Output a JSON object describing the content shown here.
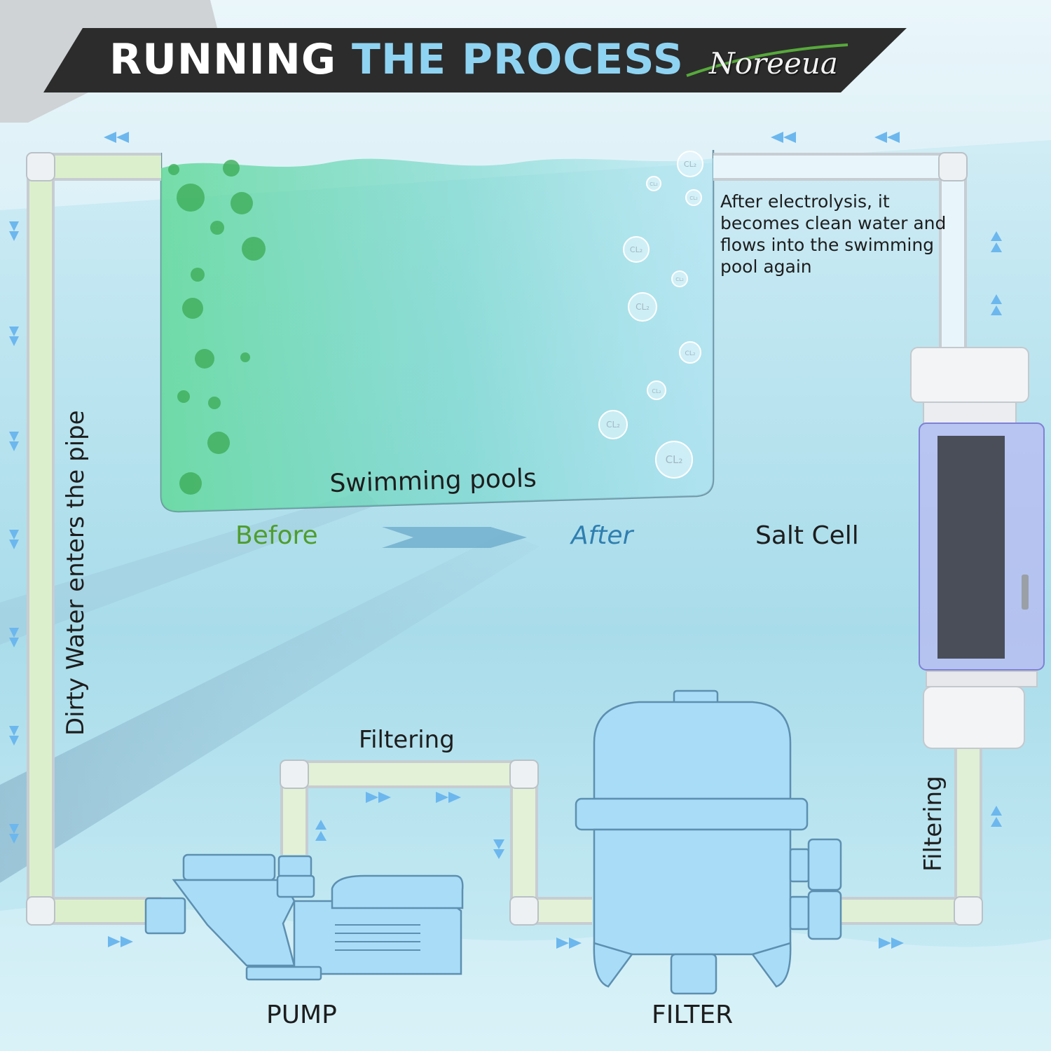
{
  "header": {
    "title_part1": "RUNNING",
    "title_part2": "THE PROCESS",
    "brand": "Noreeua"
  },
  "labels": {
    "pool": "Swimming pools",
    "before": "Before",
    "after": "After",
    "salt_cell": "Salt Cell",
    "description": "After electrolysis, it becomes clean water and flows into the swimming pool again",
    "dirty_water": "Dirty Water enters the pipe",
    "filtering_middle": "Filtering",
    "filtering_right": "Filtering",
    "pump": "PUMP",
    "filter": "FILTER"
  },
  "bubbles": [
    "CL₂",
    "CL₂",
    "CL₂",
    "CL₂",
    "CL₂",
    "CL₂",
    "CL₂",
    "CL₂",
    "CL₂",
    "CL₂"
  ],
  "colors": {
    "banner": "#2c2c2c",
    "pipe": "#e9ecee",
    "dirty_pipe": "#d7ecc6",
    "equipment": "#a9dcf7",
    "equipment_stroke": "#5d8fb0",
    "before_text": "#4f9d2e",
    "after_text": "#2f7fb0",
    "flow_arrow": "#6cb7ee"
  }
}
